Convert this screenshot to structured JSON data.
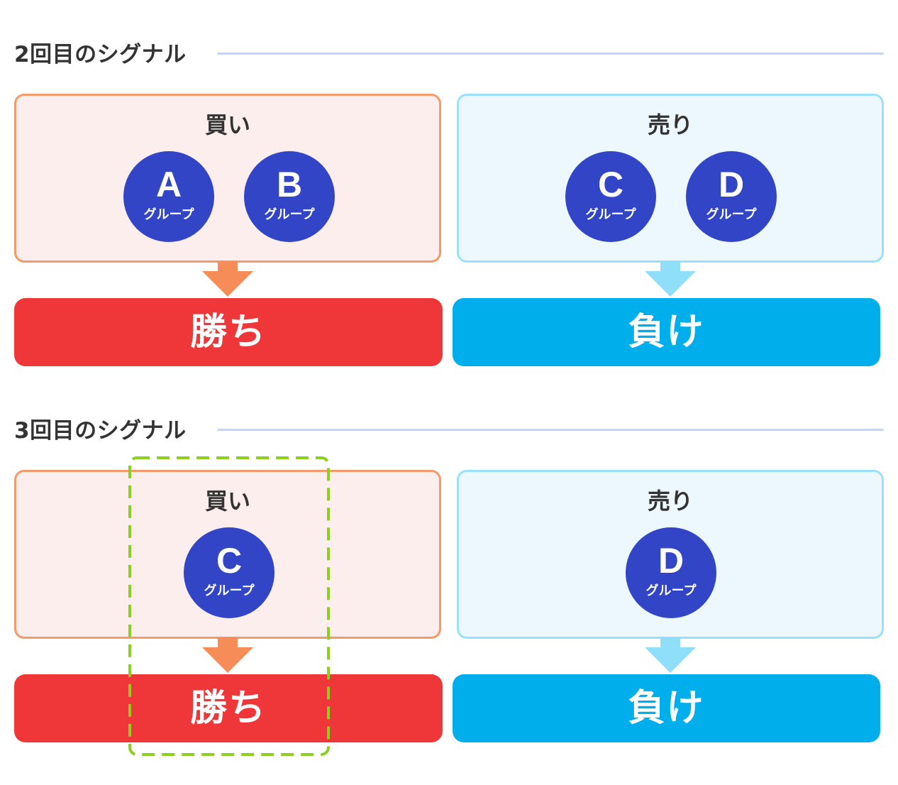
{
  "colors": {
    "buy_border": "#f39a6c",
    "buy_fill": "#fdeeee",
    "sell_border": "#99e1fa",
    "sell_fill": "#ecf8fd",
    "circle": "#3145c6",
    "win": "#ef3638",
    "lose": "#00aeeb",
    "highlight": "#8ccf1c",
    "rule": "#c9d3f3"
  },
  "sections": [
    {
      "title": "2回目のシグナル",
      "buy": {
        "label": "買い",
        "groups": [
          {
            "letter": "A",
            "sub": "グループ"
          },
          {
            "letter": "B",
            "sub": "グループ"
          }
        ],
        "result": "勝ち"
      },
      "sell": {
        "label": "売り",
        "groups": [
          {
            "letter": "C",
            "sub": "グループ"
          },
          {
            "letter": "D",
            "sub": "グループ"
          }
        ],
        "result": "負け"
      }
    },
    {
      "title": "3回目のシグナル",
      "buy": {
        "label": "買い",
        "groups": [
          {
            "letter": "C",
            "sub": "グループ"
          }
        ],
        "result": "勝ち"
      },
      "sell": {
        "label": "売り",
        "groups": [
          {
            "letter": "D",
            "sub": "グループ"
          }
        ],
        "result": "負け"
      }
    }
  ]
}
